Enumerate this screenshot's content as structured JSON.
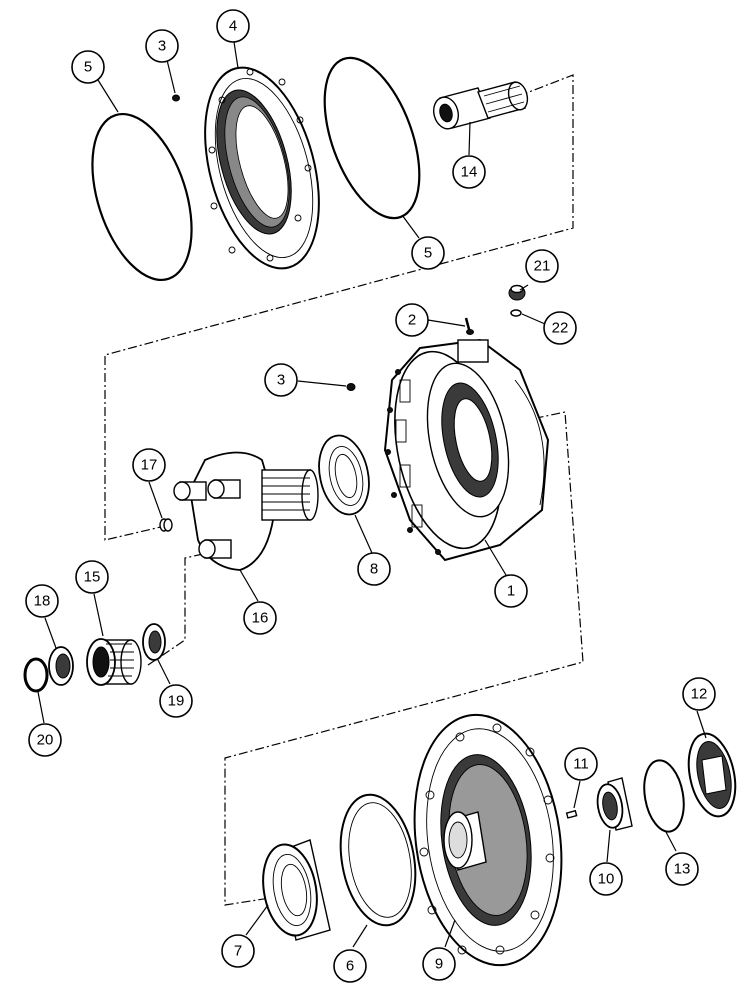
{
  "callouts": [
    {
      "id": "c1",
      "label": "1"
    },
    {
      "id": "c2",
      "label": "2"
    },
    {
      "id": "c3a",
      "label": "3"
    },
    {
      "id": "c3b",
      "label": "3"
    },
    {
      "id": "c4",
      "label": "4"
    },
    {
      "id": "c5a",
      "label": "5"
    },
    {
      "id": "c5b",
      "label": "5"
    },
    {
      "id": "c6",
      "label": "6"
    },
    {
      "id": "c7",
      "label": "7"
    },
    {
      "id": "c8",
      "label": "8"
    },
    {
      "id": "c9",
      "label": "9"
    },
    {
      "id": "c10",
      "label": "10"
    },
    {
      "id": "c11",
      "label": "11"
    },
    {
      "id": "c12",
      "label": "12"
    },
    {
      "id": "c13",
      "label": "13"
    },
    {
      "id": "c14",
      "label": "14"
    },
    {
      "id": "c15",
      "label": "15"
    },
    {
      "id": "c16",
      "label": "16"
    },
    {
      "id": "c17",
      "label": "17"
    },
    {
      "id": "c18",
      "label": "18"
    },
    {
      "id": "c19",
      "label": "19"
    },
    {
      "id": "c20",
      "label": "20"
    },
    {
      "id": "c21",
      "label": "21"
    },
    {
      "id": "c22",
      "label": "22"
    }
  ]
}
